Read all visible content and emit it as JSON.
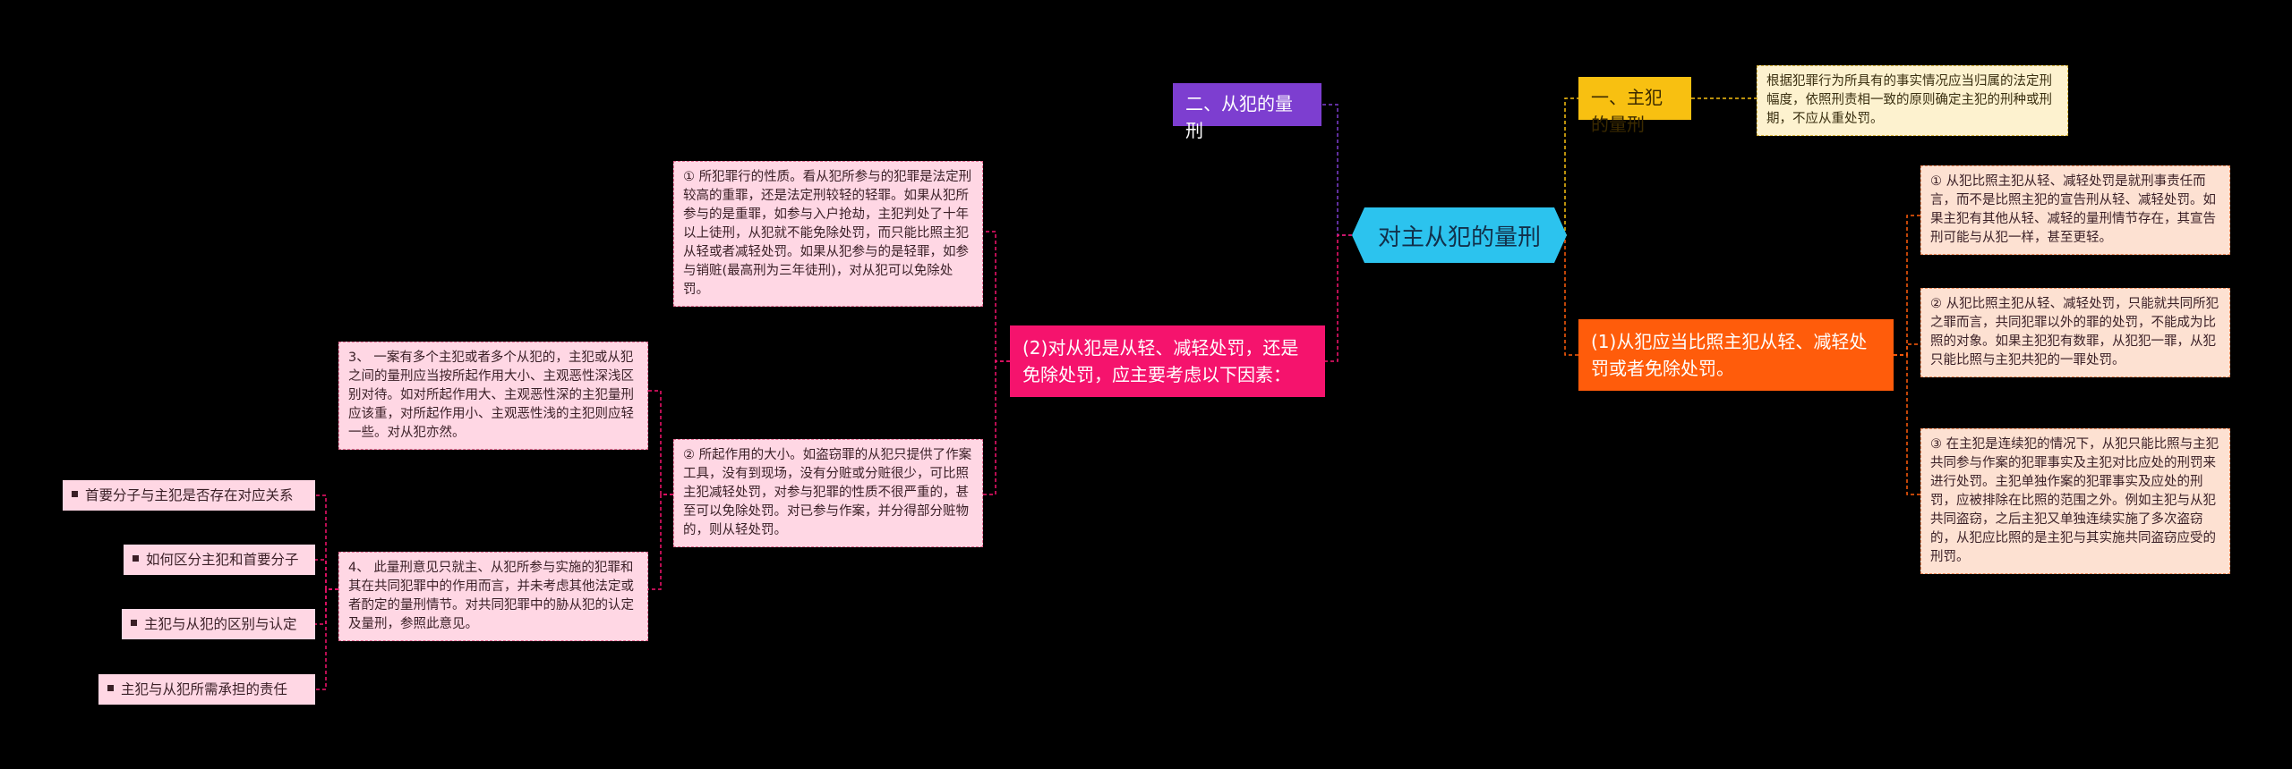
{
  "central": "对主从犯的量刑",
  "branches": {
    "accomplice_title": "二、从犯的量刑",
    "principal_title": "一、主犯的量刑",
    "principal_desc": "根据犯罪行为所具有的事实情况应当归属的法定刑幅度，依照刑责相一致的原则确定主犯的刑种或刑期，不应从重处罚。",
    "factors_title": "(2)对从犯是从轻、减轻处罚，还是免除处罚，应主要考虑以下因素：",
    "compare_title": "(1)从犯应当比照主犯从轻、减轻处罚或者免除处罚。"
  },
  "factors": {
    "f1": "① 所犯罪行的性质。看从犯所参与的犯罪是法定刑较高的重罪，还是法定刑较轻的轻罪。如果从犯所参与的是重罪，如参与入户抢劫，主犯判处了十年以上徒刑，从犯就不能免除处罚，而只能比照主犯从轻或者减轻处罚。如果从犯参与的是轻罪，如参与销赃(最高刑为三年徒刑)，对从犯可以免除处罚。",
    "f2": "② 所起作用的大小。如盗窃罪的从犯只提供了作案工具，没有到现场，没有分赃或分赃很少，可比照主犯减轻处罚，对参与犯罪的性质不很严重的，甚至可以免除处罚。对已参与作案，并分得部分赃物的，则从轻处罚。",
    "f3": "3、 一案有多个主犯或者多个从犯的，主犯或从犯之间的量刑应当按所起作用大小、主观恶性深浅区别对待。如对所起作用大、主观恶性深的主犯量刑应该重，对所起作用小、主观恶性浅的主犯则应轻一些。对从犯亦然。",
    "f4": "4、 此量刑意见只就主、从犯所参与实施的犯罪和其在共同犯罪中的作用而言，并未考虑其他法定或者酌定的量刑情节。对共同犯罪中的胁从犯的认定及量刑，参照此意见。"
  },
  "compare": {
    "c1": "① 从犯比照主犯从轻、减轻处罚是就刑事责任而言，而不是比照主犯的宣告刑从轻、减轻处罚。如果主犯有其他从轻、减轻的量刑情节存在，其宣告刑可能与从犯一样，甚至更轻。",
    "c2": "② 从犯比照主犯从轻、减轻处罚，只能就共同所犯之罪而言，共同犯罪以外的罪的处罚，不能成为比照的对象。如果主犯犯有数罪，从犯犯一罪，从犯只能比照与主犯共犯的一罪处罚。",
    "c3": "③ 在主犯是连续犯的情况下，从犯只能比照与主犯共同参与作案的犯罪事实及主犯对比应处的刑罚来进行处罚。主犯单独作案的犯罪事实及应处的刑罚，应被排除在比照的范围之外。例如主犯与从犯共同盗窃，之后主犯又单独连续实施了多次盗窃的，从犯应比照的是主犯与其实施共同盗窃应受的刑罚。"
  },
  "related": [
    "首要分子与主犯是否存在对应关系",
    "如何区分主犯和首要分子",
    "主犯与从犯的区别与认定",
    "主犯与从犯所需承担的责任"
  ],
  "colors": {
    "background": "#000000",
    "central": "#2cc3ee",
    "purple": "#7d3ed0",
    "yellow": "#f8c011",
    "pink": "#f5136d",
    "orange": "#ff5c0b",
    "leaf": "#ffd7e4"
  }
}
